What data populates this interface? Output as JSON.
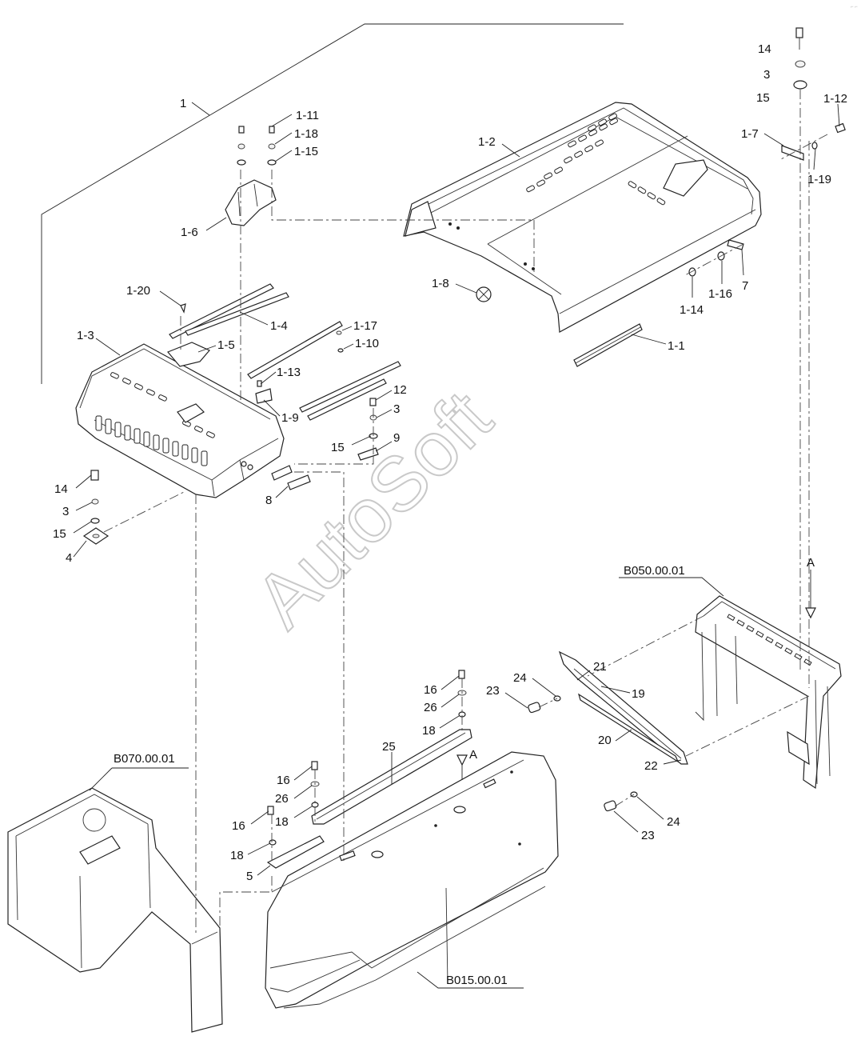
{
  "watermark": "AutoSoft",
  "callouts": {
    "c1": "1",
    "c1_11": "1-11",
    "c1_18": "1-18",
    "c1_15": "1-15",
    "c1_6": "1-6",
    "c1_2": "1-2",
    "c1_7": "1-7",
    "c1_12": "1-12",
    "c1_19": "1-19",
    "c14_top": "14",
    "c3_top": "3",
    "c15_top": "15",
    "c1_8": "1-8",
    "c1_14": "1-14",
    "c1_16": "1-16",
    "c7": "7",
    "c1_1": "1-1",
    "c1_20": "1-20",
    "c1_3": "1-3",
    "c1_5": "1-5",
    "c1_4": "1-4",
    "c1_17": "1-17",
    "c1_10": "1-10",
    "c1_13": "1-13",
    "c1_9": "1-9",
    "c12": "12",
    "c3_mid": "3",
    "c9": "9",
    "c15_mid": "15",
    "c8": "8",
    "c14_left": "14",
    "c3_left": "3",
    "c15_left": "15",
    "c4": "4",
    "cA_top": "A",
    "b050": "B050.00.01",
    "c21": "21",
    "c24_a": "24",
    "c23_a": "23",
    "c19": "19",
    "c20": "20",
    "c22": "22",
    "c24_b": "24",
    "c23_b": "23",
    "c16_a": "16",
    "c26_a": "26",
    "c18_a": "18",
    "c25": "25",
    "cA_mid": "A",
    "b070": "B070.00.01",
    "c16_b": "16",
    "c26_b": "26",
    "c16_c": "16",
    "c18_b": "18",
    "c18_c": "18",
    "c5": "5",
    "b015": "B015.00.01"
  }
}
